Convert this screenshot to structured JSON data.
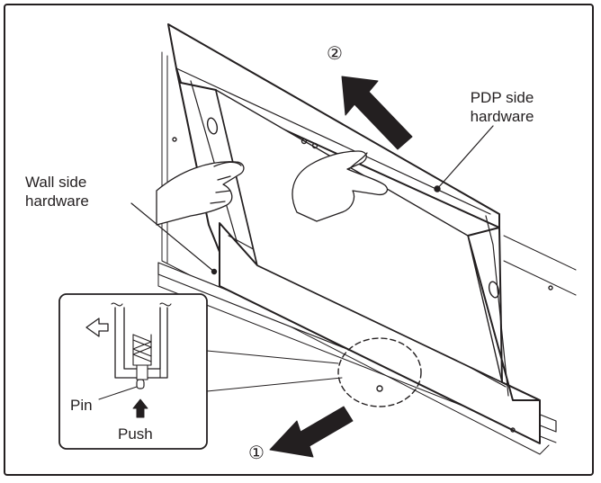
{
  "labels": {
    "pdp_side_line1": "PDP side",
    "pdp_side_line2": "hardware",
    "wall_side_line1": "Wall side",
    "wall_side_line2": "hardware",
    "pin": "Pin",
    "push": "Push",
    "step_1": "①",
    "step_2": "②"
  },
  "colors": {
    "line": "#231f20",
    "background": "#ffffff"
  }
}
